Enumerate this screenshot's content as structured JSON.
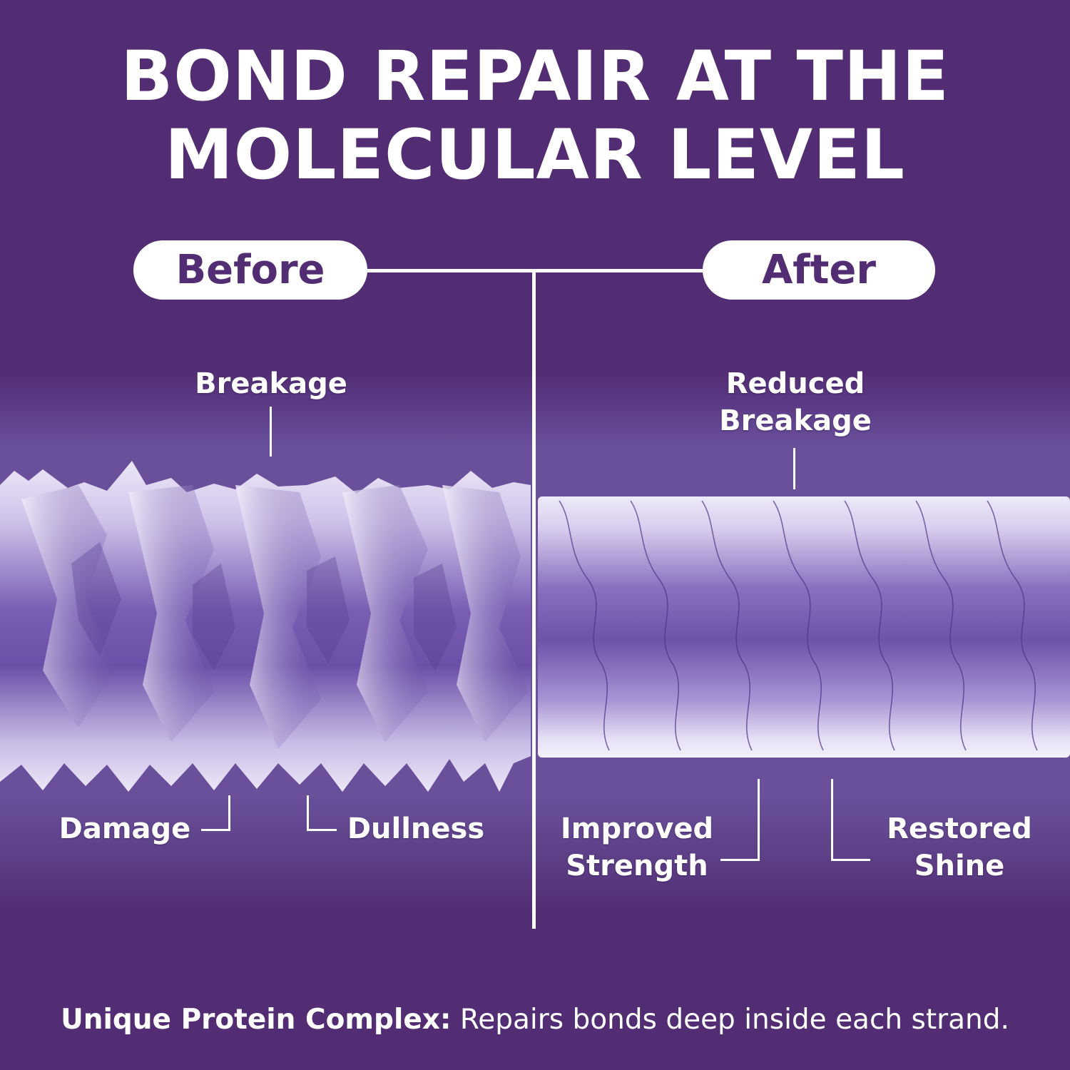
{
  "title": {
    "line1": "BOND REPAIR AT THE",
    "line2": "MOLECULAR LEVEL"
  },
  "comparison": {
    "before_label": "Before",
    "after_label": "After"
  },
  "before_callouts": {
    "top": "Breakage",
    "bottom_left": "Damage",
    "bottom_right": "Dullness"
  },
  "after_callouts": {
    "top_line1": "Reduced",
    "top_line2": "Breakage",
    "bottom_left_line1": "Improved",
    "bottom_left_line2": "Strength",
    "bottom_right_line1": "Restored",
    "bottom_right_line2": "Shine"
  },
  "footer": {
    "bold": "Unique Protein Complex:",
    "text": " Repairs bonds deep inside each strand."
  },
  "colors": {
    "background": "#532D73",
    "band": "#6A509B",
    "strand_light": "#E4DEF2",
    "strand_mid": "#8C74C0",
    "strand_dark": "#5E3F94",
    "text": "#FFFFFF",
    "pill_text": "#532D73"
  }
}
